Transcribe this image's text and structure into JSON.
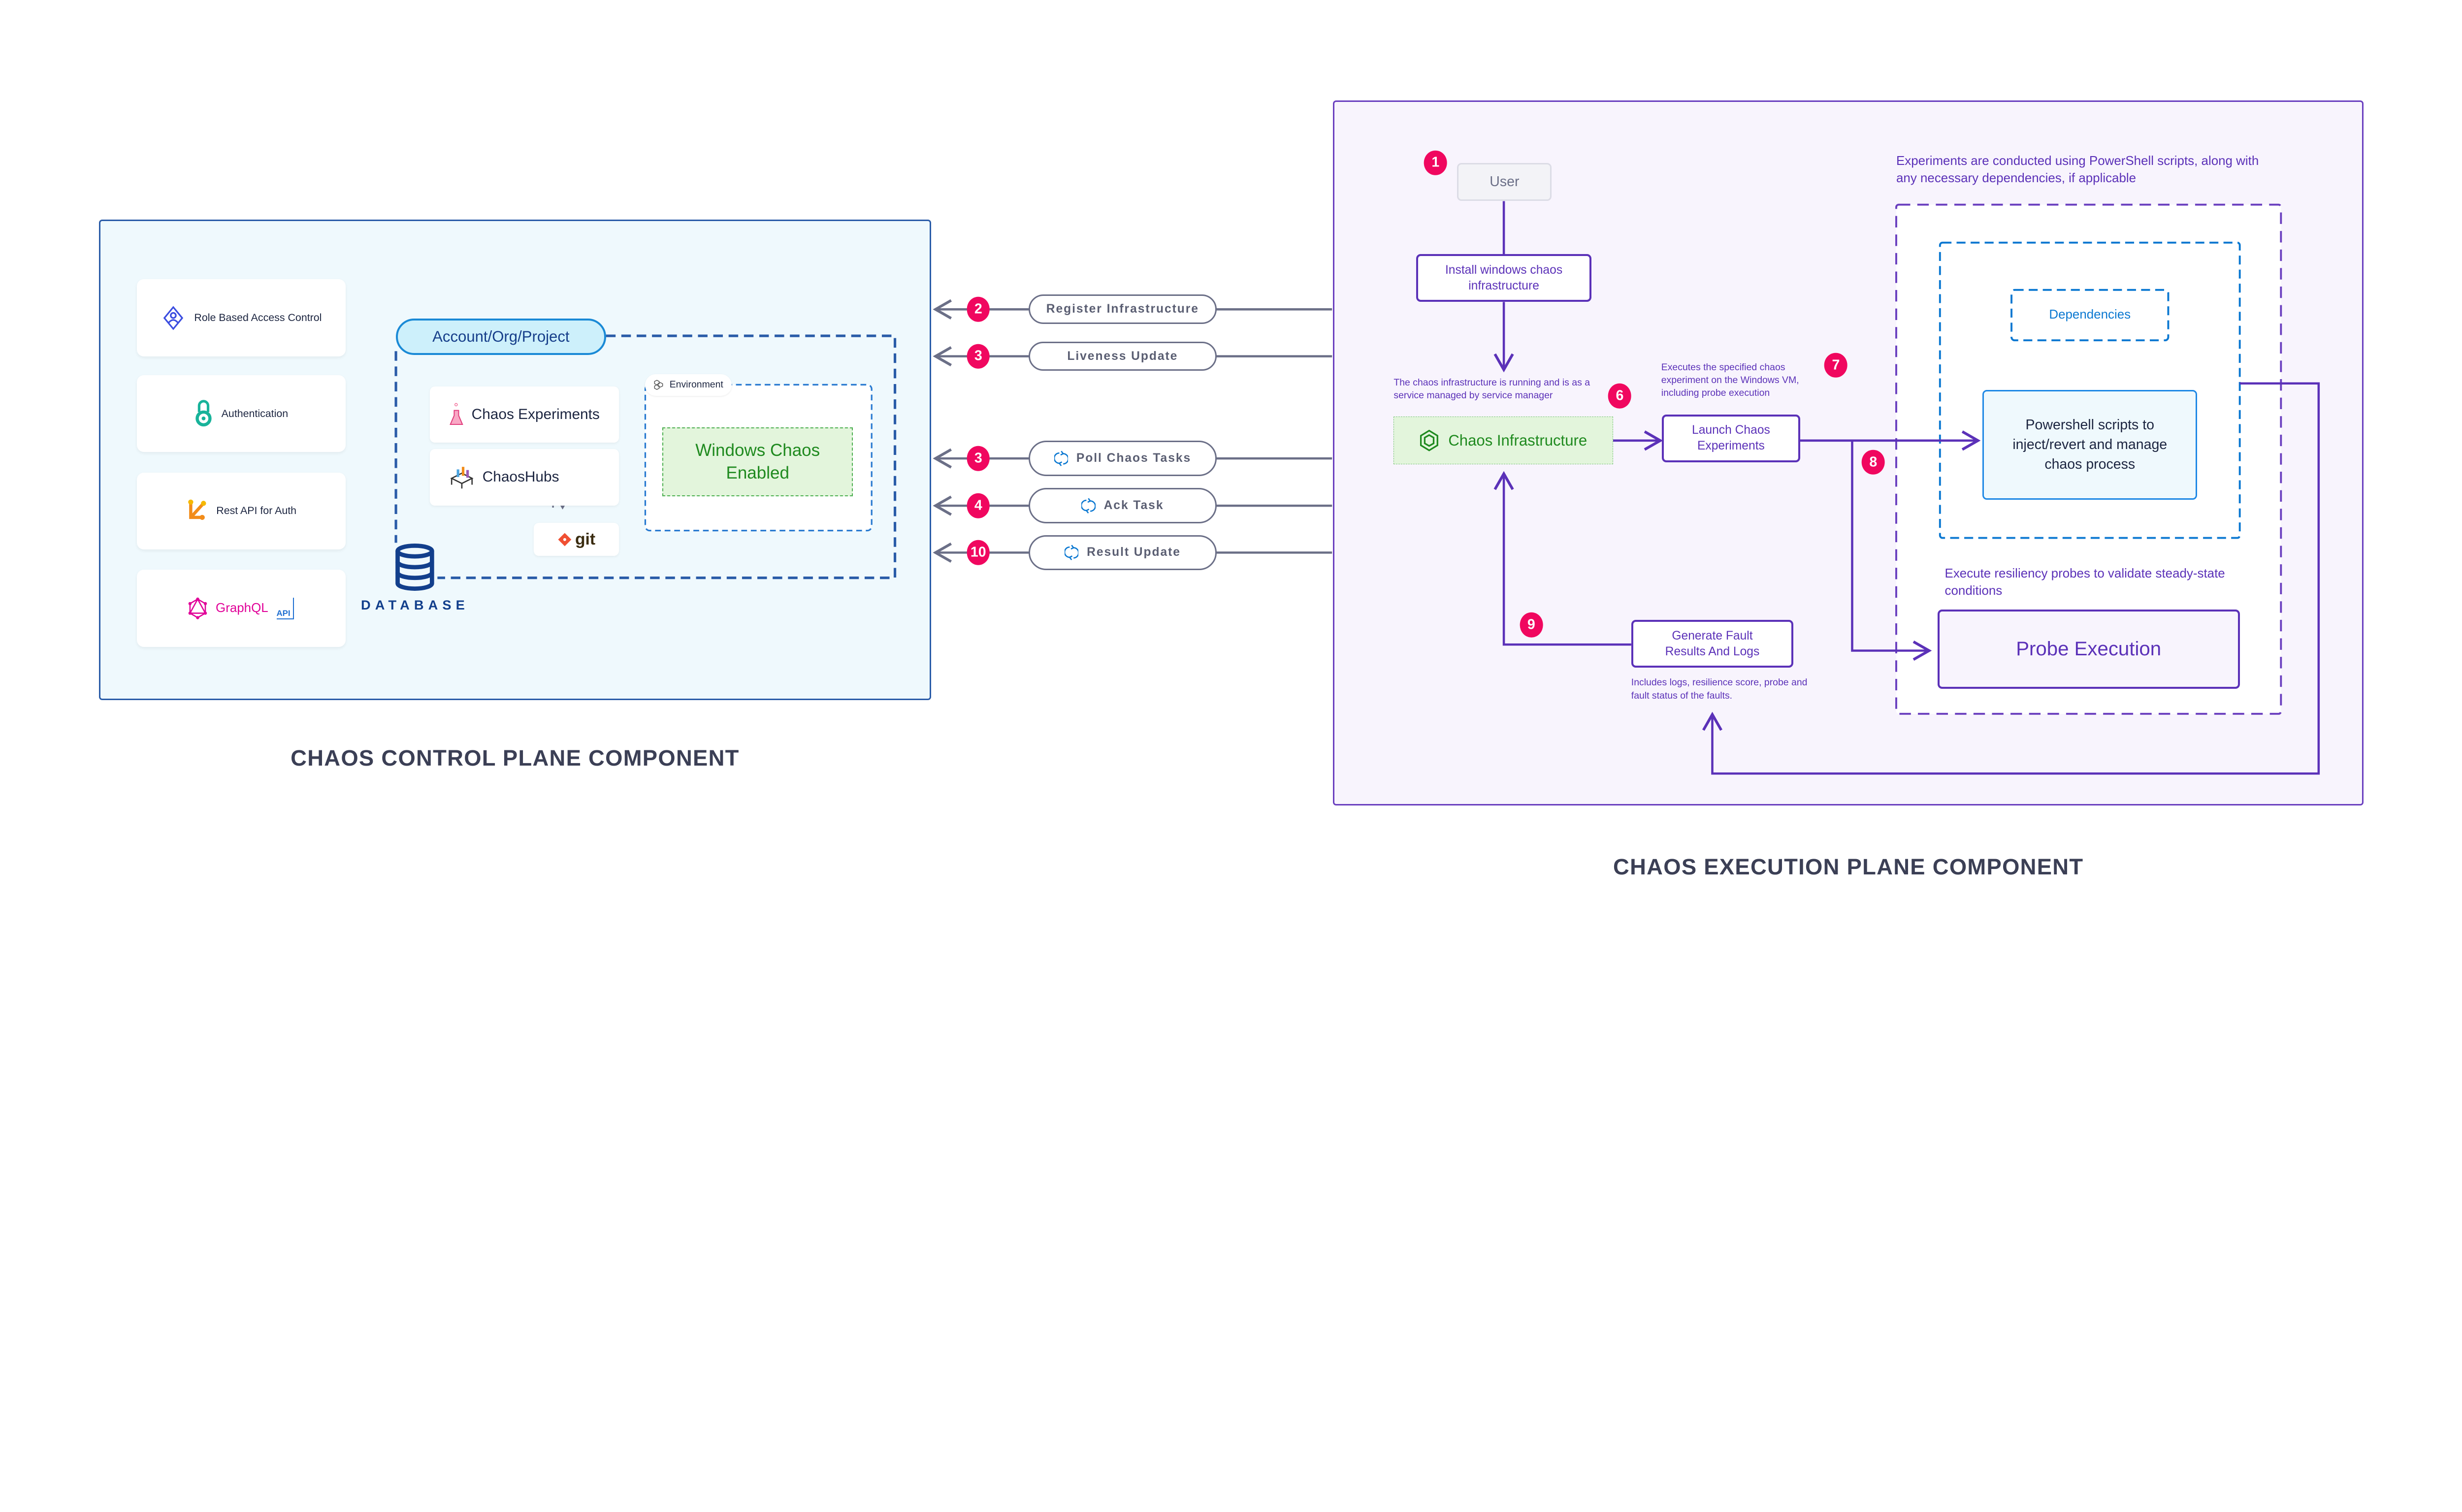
{
  "control_plane": {
    "title": "CHAOS CONTROL PLANE COMPONENT",
    "features": [
      {
        "label": "Role Based Access Control",
        "icon": "rbac-icon"
      },
      {
        "label": "Authentication",
        "icon": "auth-icon"
      },
      {
        "label": "Rest API for Auth",
        "icon": "rest-api-icon"
      },
      {
        "label": "GraphQL",
        "icon": "graphql-icon",
        "extra": "API"
      }
    ],
    "scope": "Account/Org/Project",
    "chaos_experiments": "Chaos Experiments",
    "chaoshubs": "ChaosHubs",
    "git": "git",
    "environment": "Environment",
    "windows_chaos": "Windows Chaos Enabled",
    "database": "DATABASE"
  },
  "connections": [
    {
      "step": "2",
      "label": "Register Infrastructure",
      "icon": ""
    },
    {
      "step": "3",
      "label": "Liveness Update",
      "icon": ""
    },
    {
      "step": "3",
      "label": "Poll Chaos Tasks",
      "icon": "sync-icon"
    },
    {
      "step": "4",
      "label": "Ack Task",
      "icon": "sync-icon"
    },
    {
      "step": "10",
      "label": "Result Update",
      "icon": "sync-icon"
    }
  ],
  "execution_plane": {
    "title": "CHAOS EXECUTION PLANE COMPONENT",
    "user": "User",
    "install": "Install windows chaos infrastructure",
    "infra_note": "The chaos infrastructure is running and is as a service managed by service manager",
    "chaos_infrastructure": "Chaos Infrastructure",
    "exec_note": "Executes the specified chaos experiment on the Windows VM, including probe execution",
    "launch": "Launch Chaos Experiments",
    "scripts_note": "Experiments are conducted using PowerShell scripts, along with any necessary dependencies, if applicable",
    "dependencies": "Dependencies",
    "powershell": "Powershell scripts to inject/revert and manage chaos process",
    "probe_note": "Execute resiliency probes to validate steady-state conditions",
    "probe": "Probe Execution",
    "generate": "Generate Fault Results And Logs",
    "results_note": "Includes logs, resilience score, probe and fault status of the faults.",
    "steps": {
      "user": "1",
      "infra": "6",
      "exec": "7",
      "launch": "8",
      "results": "9"
    }
  },
  "colors": {
    "badge": "#f0075f",
    "execution_accent": "#5b31b8",
    "control_border": "#2a5ca8",
    "green": "#1f8a1f",
    "blue": "#0b78d1"
  }
}
